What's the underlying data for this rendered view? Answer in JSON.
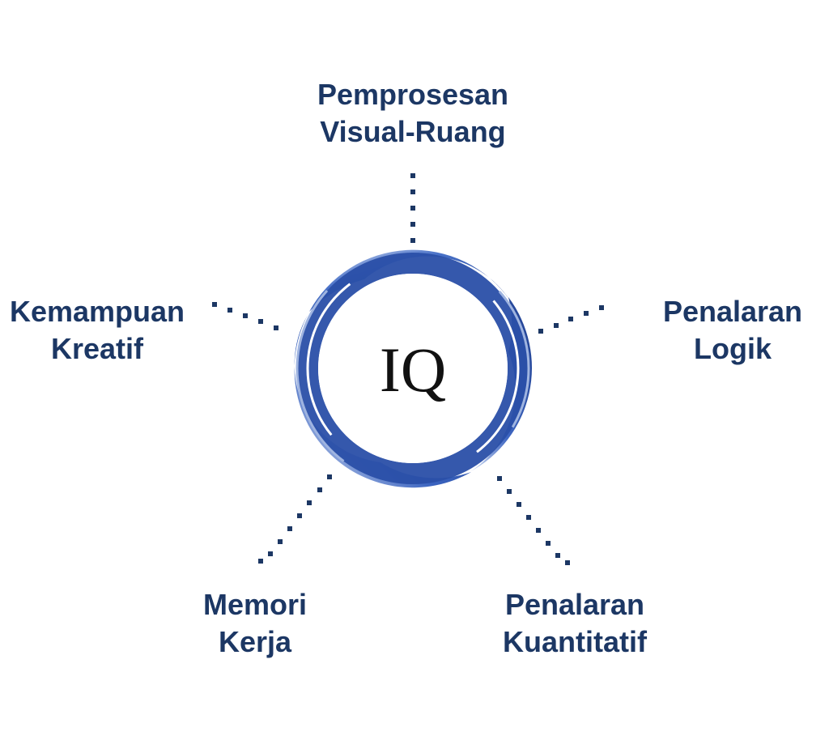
{
  "center": {
    "label": "IQ",
    "ring_color_dark": "#1f3f8f",
    "ring_color_mid": "#3a63bf",
    "ring_color_light": "#c9d6f0"
  },
  "nodes": [
    {
      "id": "visual",
      "line1": "Pemprosesan",
      "line2": "Visual-Ruang"
    },
    {
      "id": "creative",
      "line1": "Kemampuan",
      "line2": "Kreatif"
    },
    {
      "id": "logic",
      "line1": "Penalaran",
      "line2": "Logik"
    },
    {
      "id": "memory",
      "line1": "Memori",
      "line2": "Kerja"
    },
    {
      "id": "quant",
      "line1": "Penalaran",
      "line2": "Kuantitatif"
    }
  ],
  "colors": {
    "label_text": "#1c3764",
    "connector": "#1c3764"
  }
}
